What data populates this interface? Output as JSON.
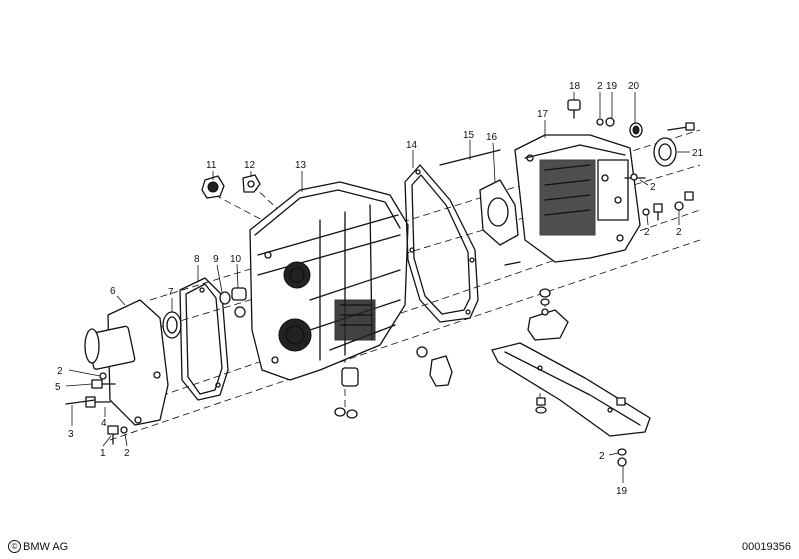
{
  "labels": [
    {
      "id": "l18",
      "text": "18"
    },
    {
      "id": "l2a",
      "text": "2"
    },
    {
      "id": "l19a",
      "text": "19"
    },
    {
      "id": "l20",
      "text": "20"
    },
    {
      "id": "l17",
      "text": "17"
    },
    {
      "id": "l15",
      "text": "15"
    },
    {
      "id": "l16",
      "text": "16"
    },
    {
      "id": "l14",
      "text": "14"
    },
    {
      "id": "l21",
      "text": "21"
    },
    {
      "id": "l11",
      "text": "11"
    },
    {
      "id": "l12",
      "text": "12"
    },
    {
      "id": "l13",
      "text": "13"
    },
    {
      "id": "l2b",
      "text": "2"
    },
    {
      "id": "l2c",
      "text": "2"
    },
    {
      "id": "l2d",
      "text": "2"
    },
    {
      "id": "l8",
      "text": "8"
    },
    {
      "id": "l9",
      "text": "9"
    },
    {
      "id": "l10",
      "text": "10"
    },
    {
      "id": "l7",
      "text": "7"
    },
    {
      "id": "l6",
      "text": "6"
    },
    {
      "id": "l2e",
      "text": "2"
    },
    {
      "id": "l5",
      "text": "5"
    },
    {
      "id": "l4",
      "text": "4"
    },
    {
      "id": "l3",
      "text": "3"
    },
    {
      "id": "l1",
      "text": "1"
    },
    {
      "id": "l2f",
      "text": "2"
    },
    {
      "id": "l2g",
      "text": "2"
    },
    {
      "id": "l19b",
      "text": "19"
    }
  ],
  "footer": {
    "copyright_symbol": "©",
    "copyright_text": "BMW AG",
    "drawing_number": "00019356"
  }
}
